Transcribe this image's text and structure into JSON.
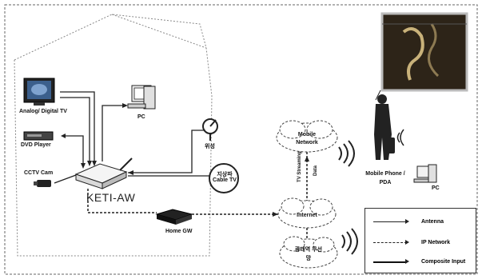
{
  "header": {
    "caption": ""
  },
  "devices": {
    "analog_tv": "Analog/ Digital TV",
    "dvd_player": "DVD Player",
    "cctv_cam": "CCTV Cam",
    "pc_home": "PC",
    "gateway": "KETI-AW",
    "home_gw": "Home GW",
    "satellite": "위성",
    "broadcast_cable": "지상파 Cable TV",
    "mobile_phone": "Mobile Phone / PDA",
    "pc_remote": "PC"
  },
  "clouds": {
    "mobile_network": "Mobile Network",
    "internet": "Internet",
    "wireless": "광대역 무선망"
  },
  "link_labels": {
    "tv_streaming": "TV Streaming",
    "data": "Data"
  },
  "legend": {
    "items": [
      {
        "label": "Antenna",
        "style": "solid"
      },
      {
        "label": "IP Network",
        "style": "dashed"
      },
      {
        "label": "Composite Input",
        "style": "thick"
      }
    ]
  },
  "colors": {
    "line": "#222222",
    "cloud_fill": "#ffffff",
    "tv_screen": "#3b5f8c",
    "phone_screen": "#2d2418"
  }
}
